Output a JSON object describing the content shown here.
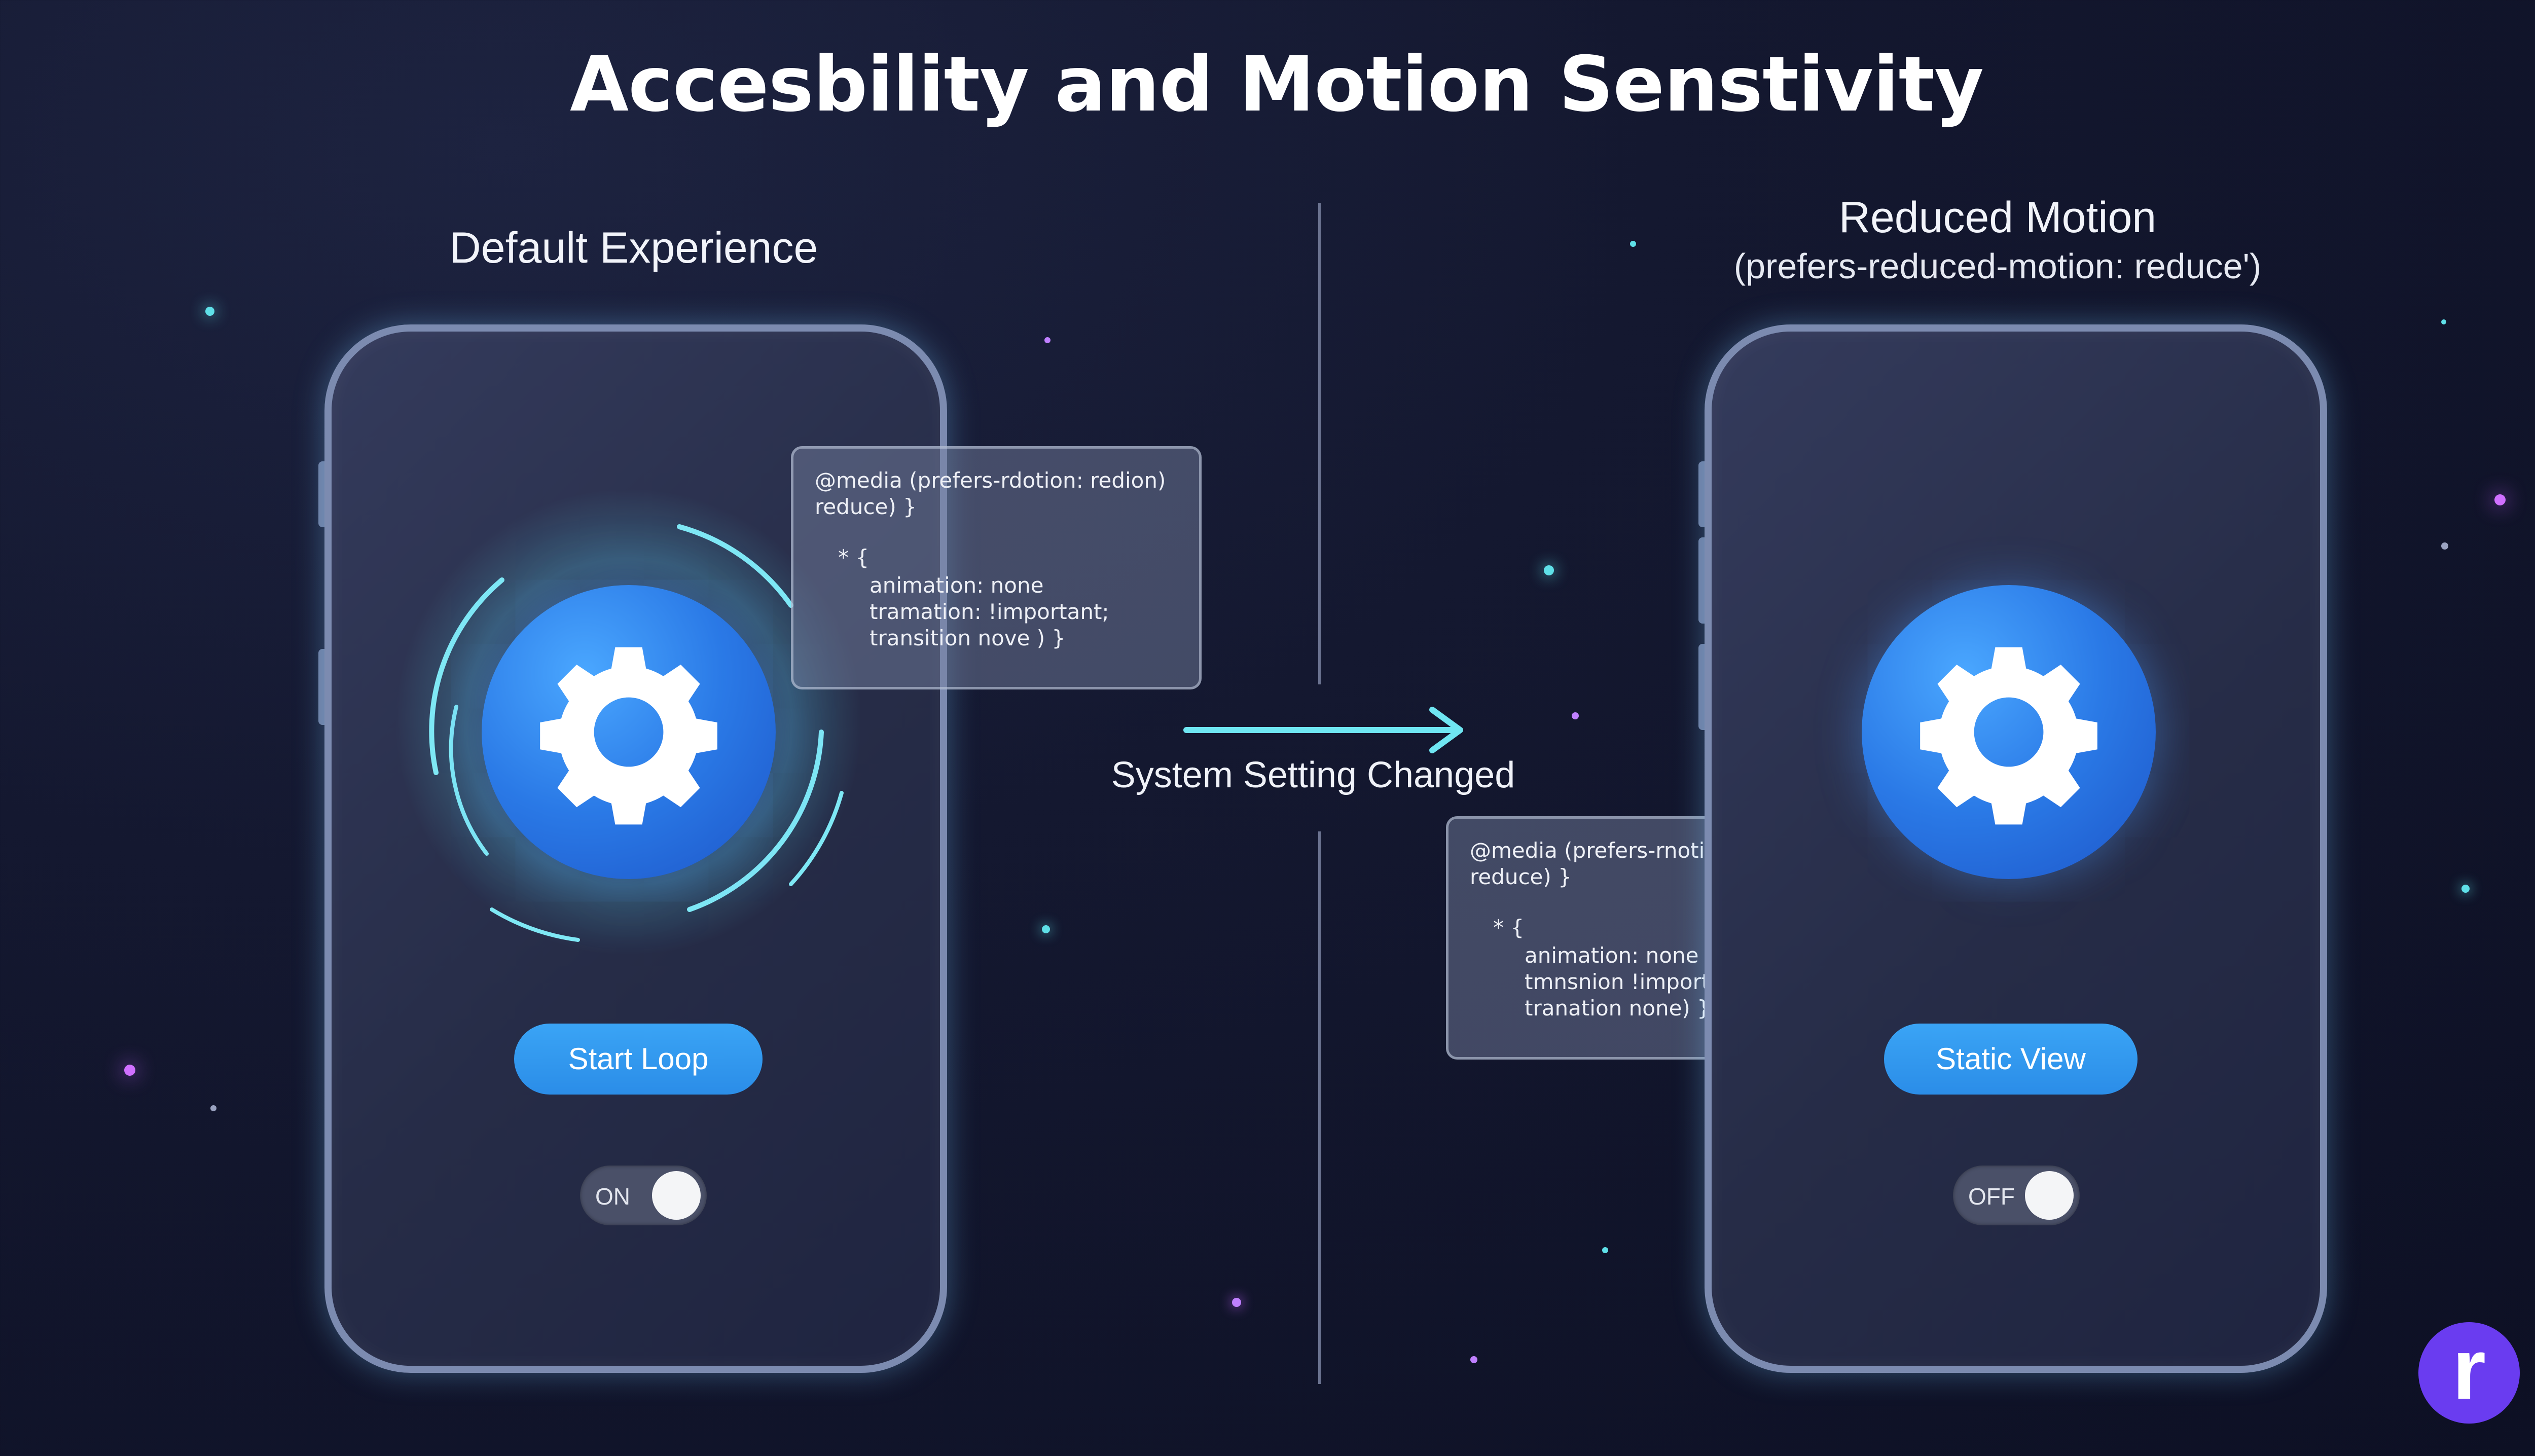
{
  "title": "Accesbility and Motion Senstivity",
  "left_panel": {
    "heading": "Default Experience",
    "button_label": "Start Loop",
    "toggle_label": "ON"
  },
  "right_panel": {
    "heading": "Reduced Motion",
    "subheading": "(prefers-reduced-motion: reduce')",
    "button_label": "Static View",
    "toggle_label": "OFF"
  },
  "transition_label": "System Setting Changed",
  "code_card_left": {
    "line1": "@media (prefers-rdotion: redion)",
    "line2": "reduce) }",
    "line3": "* {",
    "line4": "animation: none",
    "line5": "tramation: !important;",
    "line6": "transition nove ) }"
  },
  "code_card_right": {
    "line1": "@media (prefers-rnotion: reduion)",
    "line2": "reduce) }",
    "line3": "* {",
    "line4": "animation: none",
    "line5": "tmnsnion !important)",
    "line6": "tranation none) }"
  },
  "logo_letter": "r",
  "colors": {
    "background": "#141830",
    "accent_blue": "#2b8de8",
    "glow_cyan": "#5fe0f0",
    "logo_purple": "#6a3cf0"
  }
}
